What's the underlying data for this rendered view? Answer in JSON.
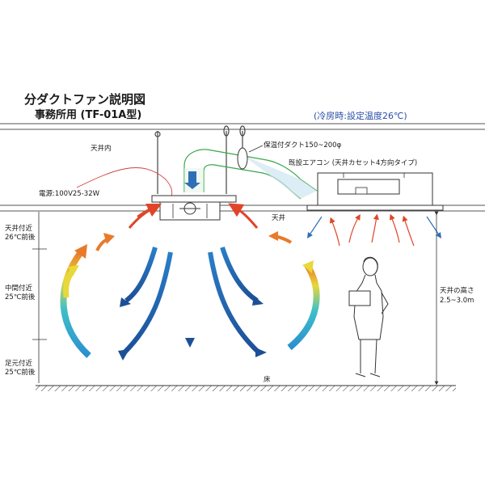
{
  "title": "分ダクトファン説明図",
  "subtitle": "事務所用 (TF-01A型)",
  "cooling_note": "(冷房時:設定温度26℃)",
  "labels": {
    "ceiling_inside": "天井内",
    "power": "電源:100V25-32W",
    "ceiling": "天井",
    "duct": "保温付ダクト150~200φ",
    "aircon": "既設エアコン (天井カセット4方向タイプ)",
    "floor": "床",
    "height_line1": "天井の高さ",
    "height_line2": "2.5~3.0m"
  },
  "zones": [
    {
      "line1": "天井付近",
      "line2": "26℃前後"
    },
    {
      "line1": "中間付近",
      "line2": "25℃前後"
    },
    {
      "line1": "足元付近",
      "line2": "25℃前後"
    }
  ],
  "colors": {
    "warm_arrow": "#e0452a",
    "cool_arrow": "#2f6fb8",
    "deep_blue": "#1f5fa8",
    "teal": "#3fb8c8",
    "yellow": "#e8d83a",
    "orange": "#e87a2a",
    "duct_green": "#3aa84a",
    "duct_fill": "#cfe6f2"
  }
}
